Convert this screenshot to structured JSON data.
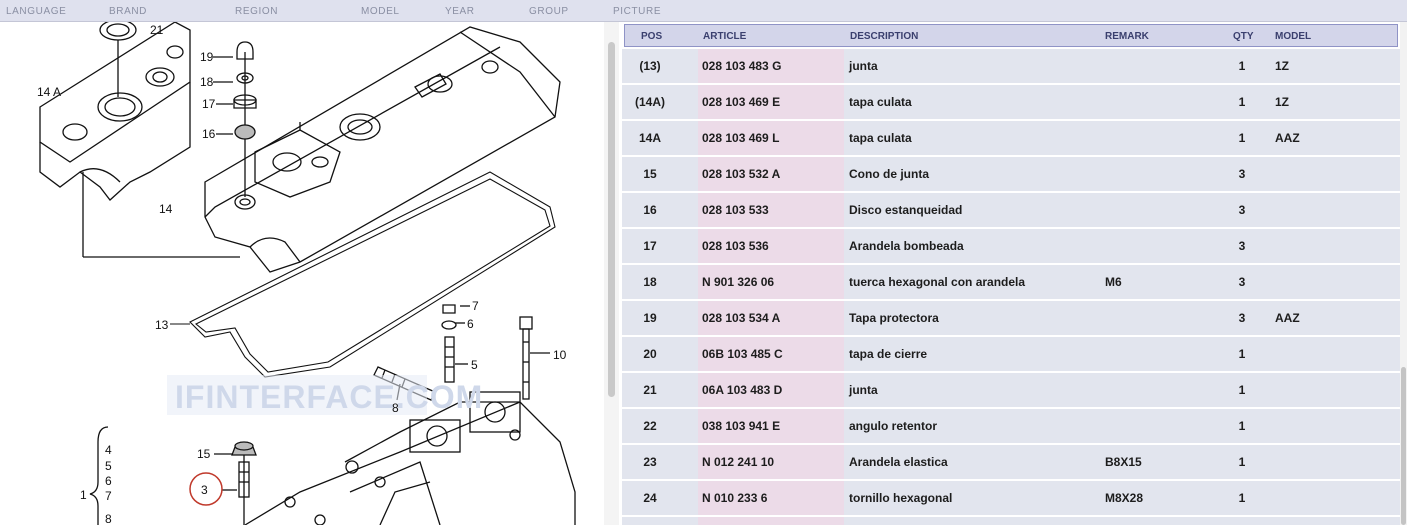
{
  "nav": [
    "LANGUAGE",
    "BRAND",
    "REGION",
    "MODEL",
    "YEAR",
    "GROUP",
    "PICTURE"
  ],
  "diagram": {
    "watermark": "IFINTERFACE.COM",
    "callouts": [
      "21",
      "19",
      "18",
      "17",
      "16",
      "14 A",
      "14",
      "13",
      "7",
      "6",
      "5",
      "10",
      "8",
      "15",
      "3",
      "4",
      "5",
      "6",
      "7",
      "8",
      "1"
    ]
  },
  "table": {
    "headers": {
      "pos": "POS",
      "article": "ARTICLE",
      "description": "DESCRIPTION",
      "remark": "REMARK",
      "qty": "QTY",
      "model": "MODEL"
    },
    "rows": [
      {
        "pos": "(13)",
        "article": "028 103 483 G",
        "description": "junta",
        "remark": "",
        "qty": "1",
        "model": "1Z"
      },
      {
        "pos": "(14A)",
        "article": "028 103 469 E",
        "description": "tapa culata",
        "remark": "",
        "qty": "1",
        "model": "1Z"
      },
      {
        "pos": "14A",
        "article": "028 103 469 L",
        "description": "tapa culata",
        "remark": "",
        "qty": "1",
        "model": "AAZ"
      },
      {
        "pos": "15",
        "article": "028 103 532 A",
        "description": "Cono de junta",
        "remark": "",
        "qty": "3",
        "model": ""
      },
      {
        "pos": "16",
        "article": "028 103 533",
        "description": "Disco estanqueidad",
        "remark": "",
        "qty": "3",
        "model": ""
      },
      {
        "pos": "17",
        "article": "028 103 536",
        "description": "Arandela bombeada",
        "remark": "",
        "qty": "3",
        "model": ""
      },
      {
        "pos": "18",
        "article": "N   901 326 06",
        "description": "tuerca hexagonal con arandela",
        "remark": "M6",
        "qty": "3",
        "model": ""
      },
      {
        "pos": "19",
        "article": "028 103 534 A",
        "description": "Tapa protectora",
        "remark": "",
        "qty": "3",
        "model": "AAZ"
      },
      {
        "pos": "20",
        "article": "06B 103 485 C",
        "description": "tapa de cierre",
        "remark": "",
        "qty": "1",
        "model": ""
      },
      {
        "pos": "21",
        "article": "06A 103 483 D",
        "description": "junta",
        "remark": "",
        "qty": "1",
        "model": ""
      },
      {
        "pos": "22",
        "article": "038 103 941 E",
        "description": "angulo retentor",
        "remark": "",
        "qty": "1",
        "model": ""
      },
      {
        "pos": "23",
        "article": "N   012 241 10",
        "description": "Arandela elastica",
        "remark": "B8X15",
        "qty": "1",
        "model": ""
      },
      {
        "pos": "24",
        "article": "N   010 233 6",
        "description": "tornillo hexagonal",
        "remark": "M8X28",
        "qty": "1",
        "model": ""
      }
    ]
  }
}
